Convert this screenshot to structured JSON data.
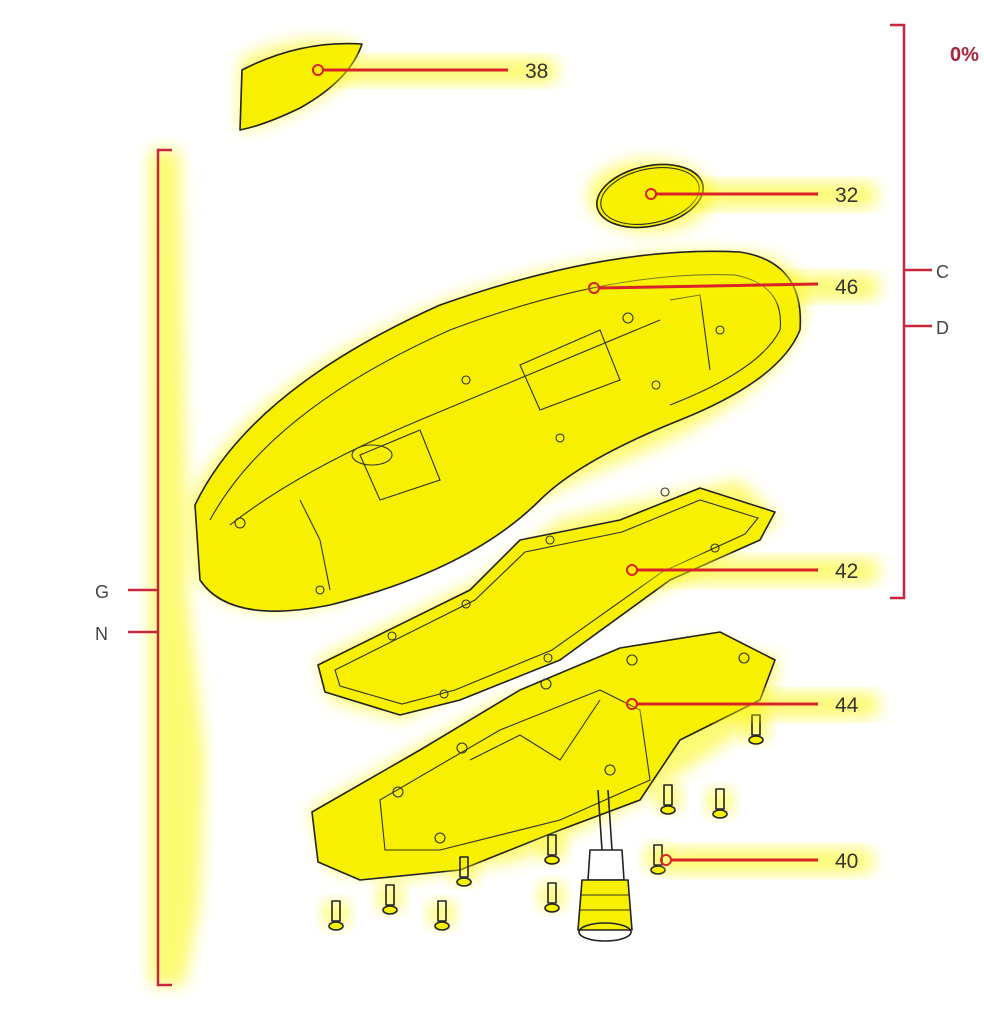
{
  "colors": {
    "highlight": "#f7f000",
    "leader": "#d8232a",
    "bracket": "#c8263f",
    "outline": "#222222",
    "percent_text": "#a8243b"
  },
  "percent_label": "0%",
  "callouts": [
    {
      "id": "38",
      "label": "38"
    },
    {
      "id": "32",
      "label": "32"
    },
    {
      "id": "46",
      "label": "46"
    },
    {
      "id": "42",
      "label": "42"
    },
    {
      "id": "44",
      "label": "44"
    },
    {
      "id": "40",
      "label": "40"
    }
  ],
  "brackets": {
    "left": {
      "labels": [
        "G",
        "N"
      ]
    },
    "right": {
      "labels": [
        "C",
        "D"
      ]
    }
  }
}
